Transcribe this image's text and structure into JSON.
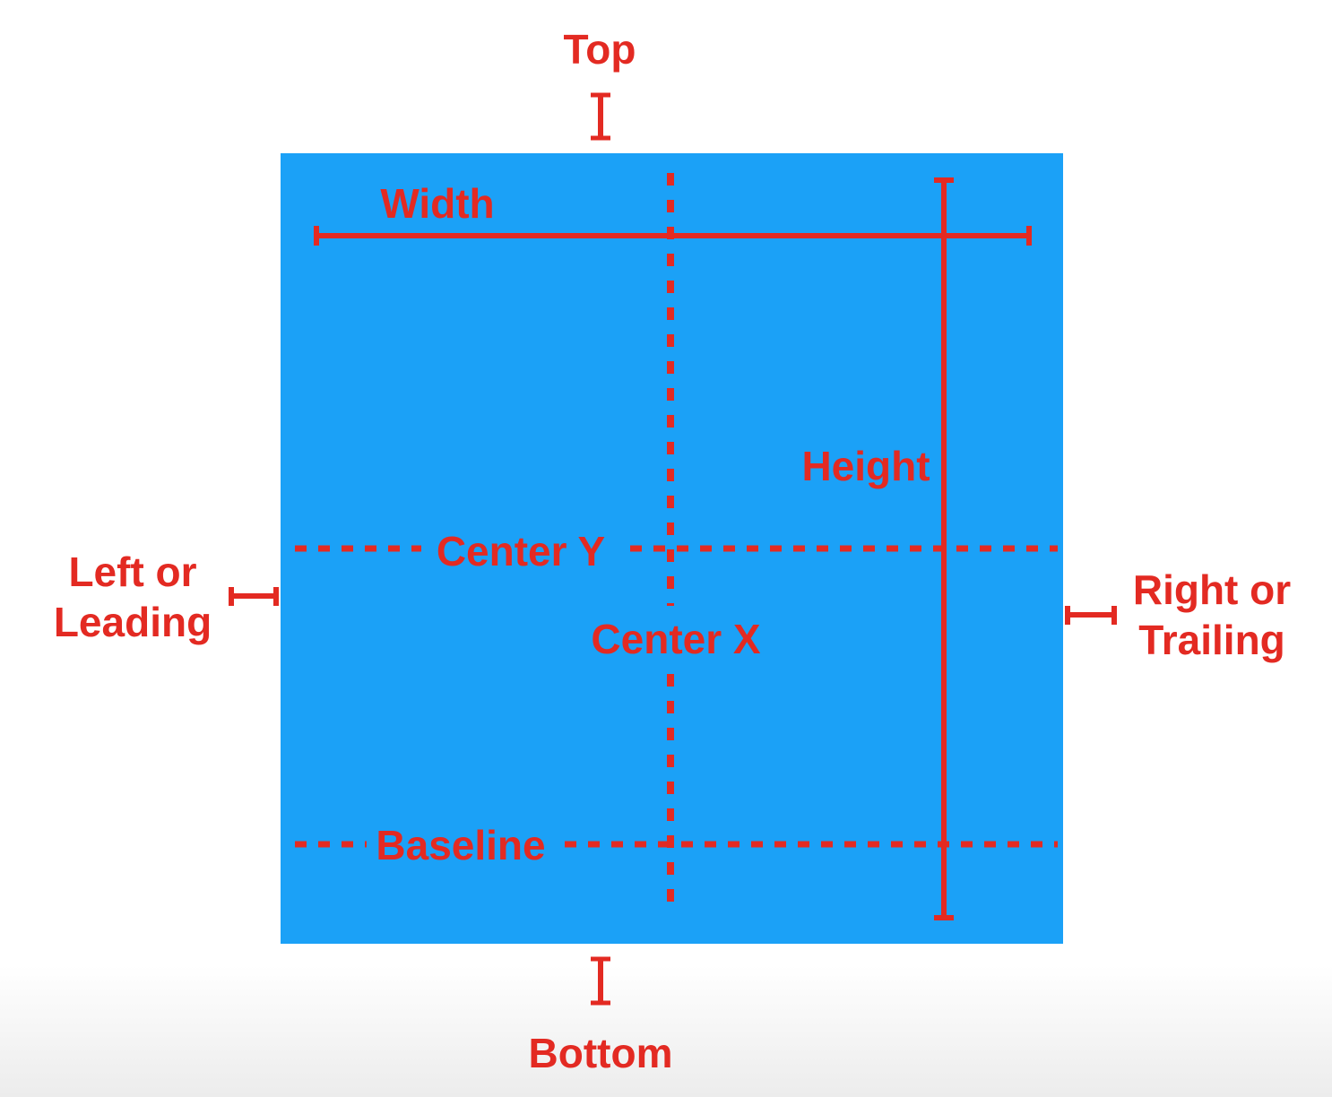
{
  "colors": {
    "annotation_red": "#E32A22",
    "view_blue": "#1BA1F7",
    "background": "#FFFFFF",
    "background_bottom_fade": "#ECECEC"
  },
  "labels": {
    "top": "Top",
    "width": "Width",
    "height": "Height",
    "center_y": "Center Y",
    "center_x": "Center X",
    "baseline": "Baseline",
    "bottom": "Bottom",
    "left_leading": {
      "line1": "Left or",
      "line2": "Leading"
    },
    "right_trailing": {
      "line1": "Right or",
      "line2": "Trailing"
    }
  }
}
